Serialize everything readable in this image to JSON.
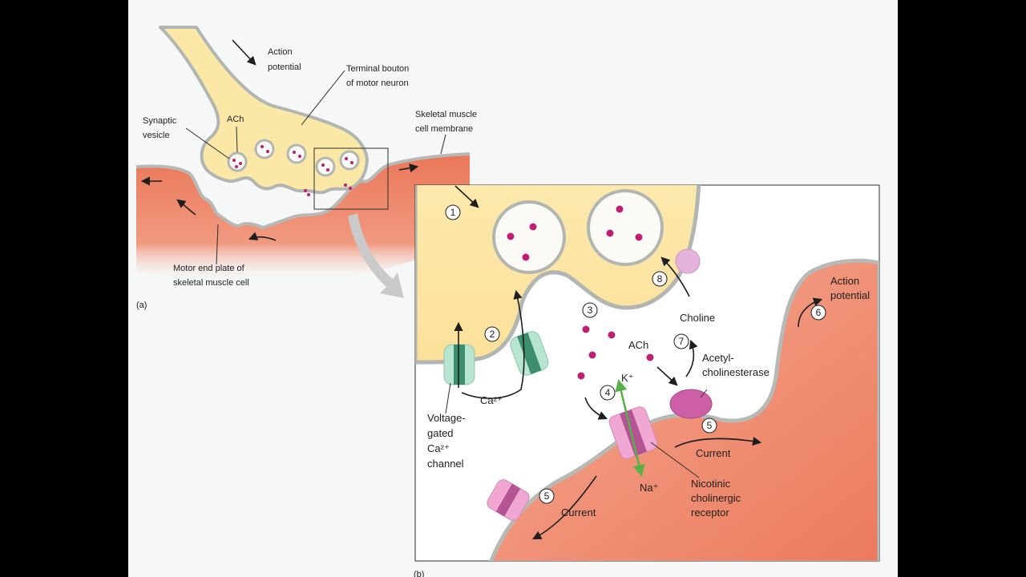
{
  "colors": {
    "neuron_fill": "#fbe7a6",
    "neuron_edge": "#b2b6b2",
    "muscle_fill": "#ef8a6f",
    "muscle_edge": "#b7b9b6",
    "ach_dot": "#c21d72",
    "receptor": "#f0a8d3",
    "channel": "#b7e5cf",
    "esterase": "#cc5fa6",
    "arrow_green": "#57b048",
    "page_bg": "#f6f7f7",
    "outside_bg": "#000000"
  },
  "panel_a": {
    "label": "(a)",
    "action_potential": [
      "Action",
      "potential"
    ],
    "terminal_bouton": [
      "Terminal bouton",
      "of motor neuron"
    ],
    "synaptic_vesicle": [
      "Synaptic",
      "vesicle"
    ],
    "ach": "ACh",
    "membrane": [
      "Skeletal muscle",
      "cell membrane"
    ],
    "end_plate": [
      "Motor end plate of",
      "skeletal muscle cell"
    ]
  },
  "panel_b": {
    "label": "(b)",
    "steps": [
      "1",
      "2",
      "3",
      "4",
      "5",
      "6",
      "7",
      "8"
    ],
    "ach": "ACh",
    "choline": "Choline",
    "action_potential": [
      "Action",
      "potential"
    ],
    "esterase": [
      "Acetyl-",
      "cholinesterase"
    ],
    "k_ion": "K⁺",
    "na_ion": "Na⁺",
    "ca_ion": "Ca²⁺",
    "channel": [
      "Voltage-",
      "gated",
      "Ca²⁺",
      "channel"
    ],
    "receptor": [
      "Nicotinic",
      "cholinergic",
      "receptor"
    ],
    "current": "Current"
  }
}
